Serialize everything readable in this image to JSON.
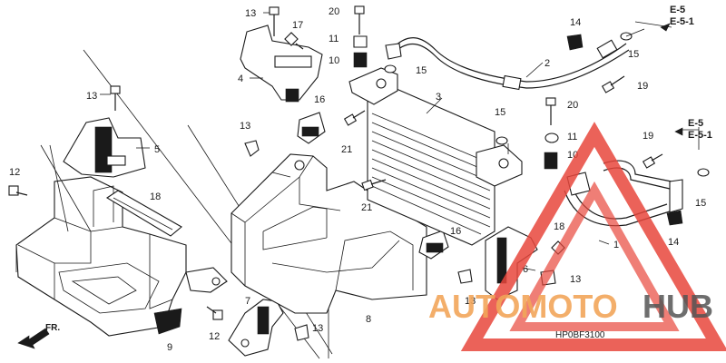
{
  "diagram": {
    "code": "HP0BF3100",
    "direction_label": "FR.",
    "refs": {
      "a1": "E-5",
      "a2": "E-5-1",
      "b1": "E-5",
      "b2": "E-5-1"
    },
    "callouts": [
      "1",
      "2",
      "3",
      "4",
      "5",
      "6",
      "7",
      "8",
      "9",
      "10",
      "10",
      "11",
      "11",
      "12",
      "12",
      "13",
      "13",
      "13",
      "13",
      "13",
      "13",
      "14",
      "14",
      "15",
      "15",
      "15",
      "15",
      "16",
      "16",
      "17",
      "18",
      "18",
      "19",
      "19",
      "20",
      "20",
      "21",
      "21"
    ]
  },
  "watermark": {
    "auto": "AUTOMOTO",
    "hub": "HUB",
    "color_accent": "#e8473c",
    "color_auto": "#f2a65a",
    "color_hub": "#555555"
  }
}
